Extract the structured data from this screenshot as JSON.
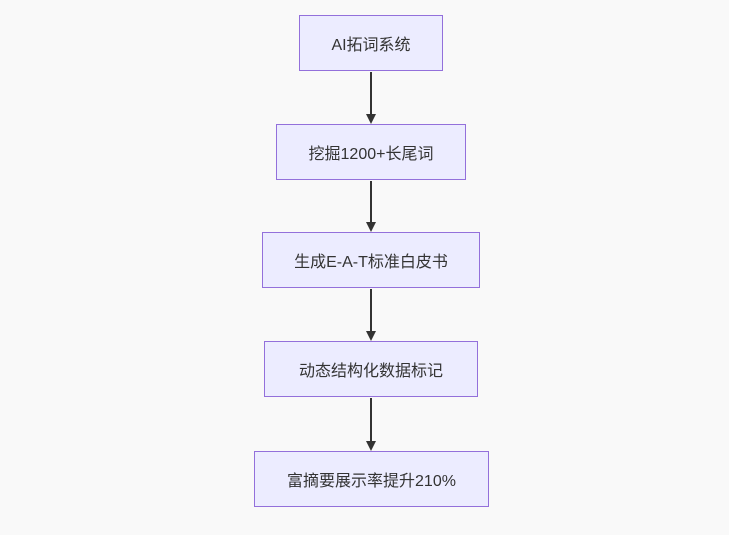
{
  "diagram": {
    "type": "flowchart",
    "direction": "top-down",
    "colors": {
      "background": "#f9f9f9",
      "node_fill": "#ececff",
      "node_border": "#9370db",
      "arrow": "#333333",
      "text": "#333333"
    },
    "nodes": [
      {
        "id": "n1",
        "label": "AI拓词系统"
      },
      {
        "id": "n2",
        "label": "挖掘1200+长尾词"
      },
      {
        "id": "n3",
        "label": "生成E-A-T标准白皮书"
      },
      {
        "id": "n4",
        "label": "动态结构化数据标记"
      },
      {
        "id": "n5",
        "label": "富摘要展示率提升210%"
      }
    ],
    "edges": [
      {
        "from": "n1",
        "to": "n2",
        "style": "arrow-down"
      },
      {
        "from": "n2",
        "to": "n3",
        "style": "arrow-down"
      },
      {
        "from": "n3",
        "to": "n4",
        "style": "arrow-down"
      },
      {
        "from": "n4",
        "to": "n5",
        "style": "arrow-down"
      }
    ]
  }
}
